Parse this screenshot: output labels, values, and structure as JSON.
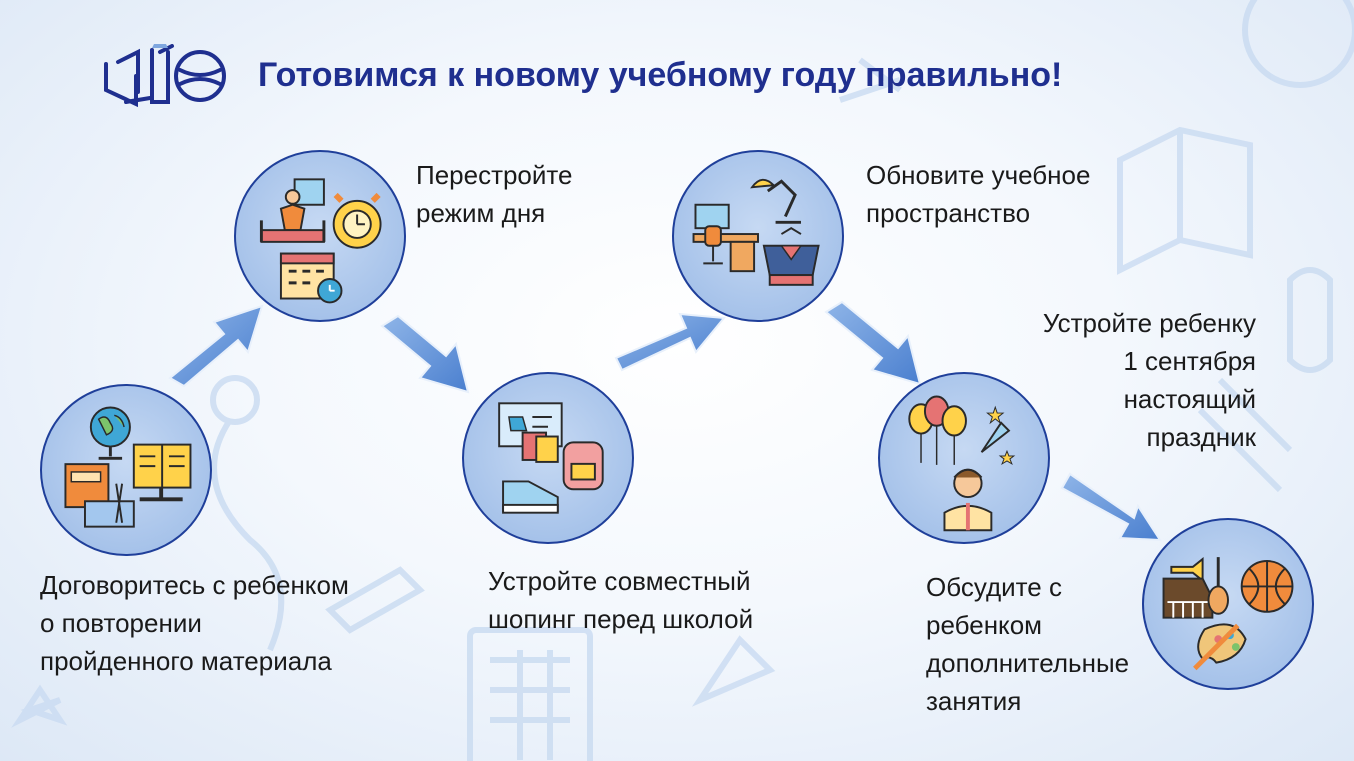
{
  "title": "Готовимся к новому учебному году правильно!",
  "logo": {
    "icon": "school-logo-icon"
  },
  "steps": [
    {
      "lines": [
        "Договоритесь с ребенком",
        "о повторении",
        "пройденного материала"
      ],
      "icon": "books-globe-icon"
    },
    {
      "lines": [
        "Перестройте",
        "режим дня"
      ],
      "icon": "daily-routine-icon"
    },
    {
      "lines": [
        "Устройте совместный",
        "шопинг перед школой"
      ],
      "icon": "shopping-icon"
    },
    {
      "lines": [
        "Обновите учебное",
        "пространство"
      ],
      "icon": "workspace-icon"
    },
    {
      "lines": [
        "Устройте ребенку",
        "1 сентября",
        "настоящий",
        "праздник"
      ],
      "icon": "celebration-icon"
    },
    {
      "lines": [
        "Обсудите с",
        "ребенком",
        "дополнительные",
        "занятия"
      ],
      "icon": "hobbies-icon"
    }
  ],
  "colors": {
    "title": "#1f2f8f",
    "circle_fill": "#a7c3ea",
    "circle_border": "#1f3f9a",
    "arrow": "#5b8fd6"
  }
}
